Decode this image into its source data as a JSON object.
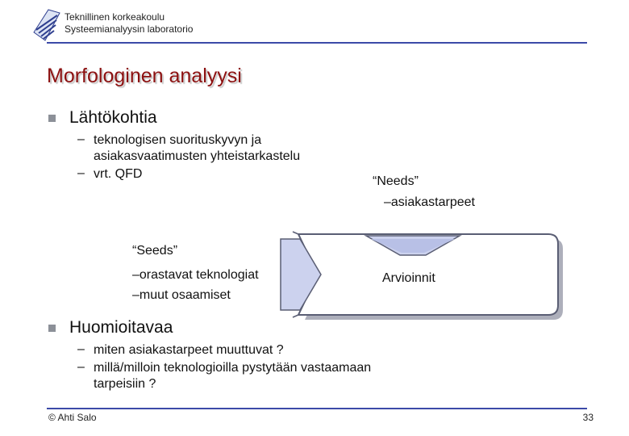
{
  "header": {
    "institution_line1": "Teknillinen korkeakoulu",
    "institution_line2": "Systeemianalyysin laboratorio"
  },
  "title": "Morfologinen analyysi",
  "bullets": [
    {
      "label": "Lähtökohtia",
      "subitems": [
        {
          "dash": "–",
          "lines": [
            "teknologisen suorituskyvyn ja",
            "asiakasvaatimusten yhteistarkastelu"
          ]
        },
        {
          "dash": "–",
          "lines": [
            "vrt. QFD"
          ]
        }
      ]
    },
    {
      "label": "Huomioitavaa",
      "subitems": [
        {
          "dash": "–",
          "lines": [
            "miten asiakastarpeet muuttuvat ?"
          ]
        },
        {
          "dash": "–",
          "lines": [
            "millä/milloin teknologioilla pystytään vastaamaan",
            "tarpeisiin ?"
          ]
        }
      ]
    }
  ],
  "diagram": {
    "needs_title": "“Needs”",
    "needs_sub": "–asiakastarpeet",
    "seeds_title": "“Seeds”",
    "seeds_line1": "–orastavat teknologiat",
    "seeds_line2": "–muut osaamiset",
    "center_label": "Arvioinnit",
    "colors": {
      "fill": "#ccd2ee",
      "outline": "#5a5e74"
    }
  },
  "footer": {
    "author": "© Ahti  Salo",
    "page": "33"
  },
  "colors": {
    "title": "#8c1010",
    "rule": "#3c4aa8",
    "bullet": "#8c9098"
  }
}
